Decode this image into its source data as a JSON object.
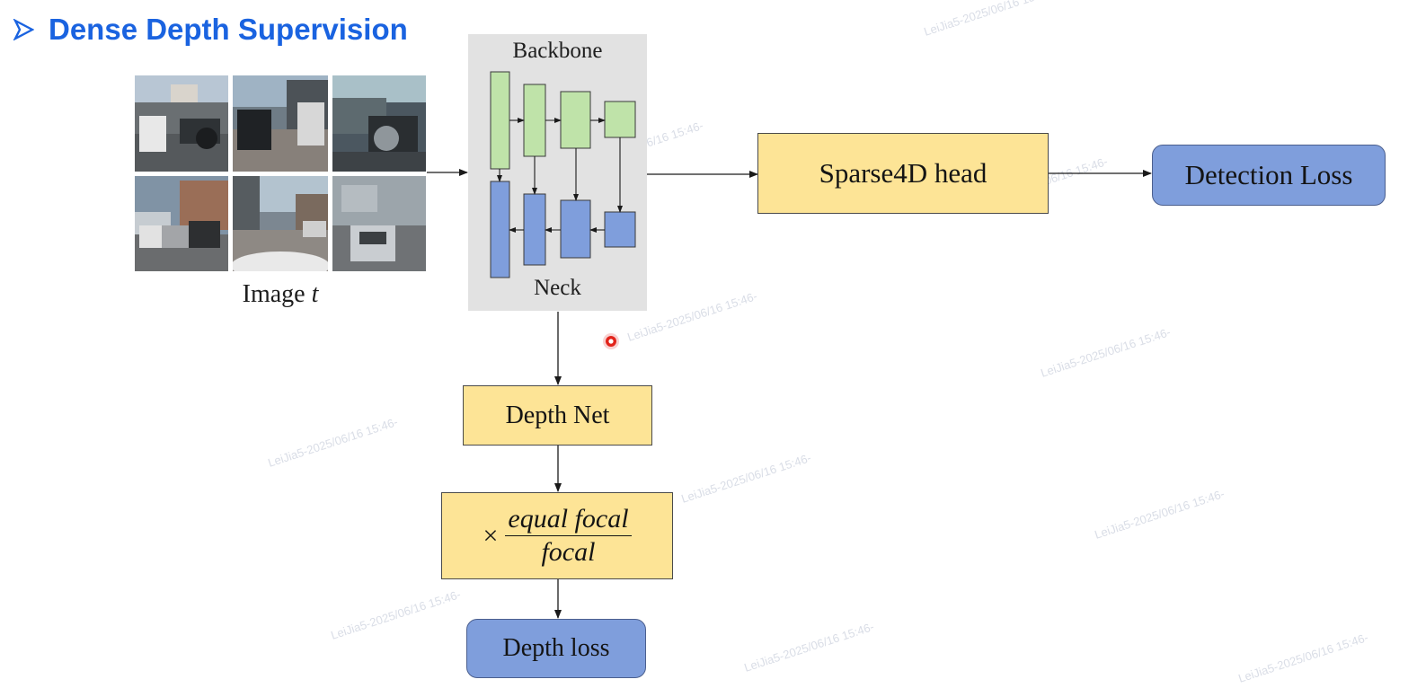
{
  "heading": {
    "bullet_icon": "arrowhead-bullet-icon",
    "title": "Dense Depth Supervision"
  },
  "image_block": {
    "caption_prefix": "Image ",
    "caption_var": "t"
  },
  "backbone_panel": {
    "top_label": "Backbone",
    "bottom_label": "Neck"
  },
  "nodes": {
    "head": "Sparse4D head",
    "detection_loss": "Detection Loss",
    "depth_net": "Depth Net",
    "scale": {
      "times": "×",
      "numerator": "equal focal",
      "denominator": "focal"
    },
    "depth_loss": "Depth loss"
  },
  "colors": {
    "heading_blue": "#1a63e0",
    "yellow_box": "#fde496",
    "blue_box": "#7f9edc",
    "backbone_green": "#bfe3a9",
    "neck_blue": "#7f9edc",
    "panel_gray": "#e2e2e2"
  },
  "watermark": "LeiJia5-2025/06/16 15:46-"
}
